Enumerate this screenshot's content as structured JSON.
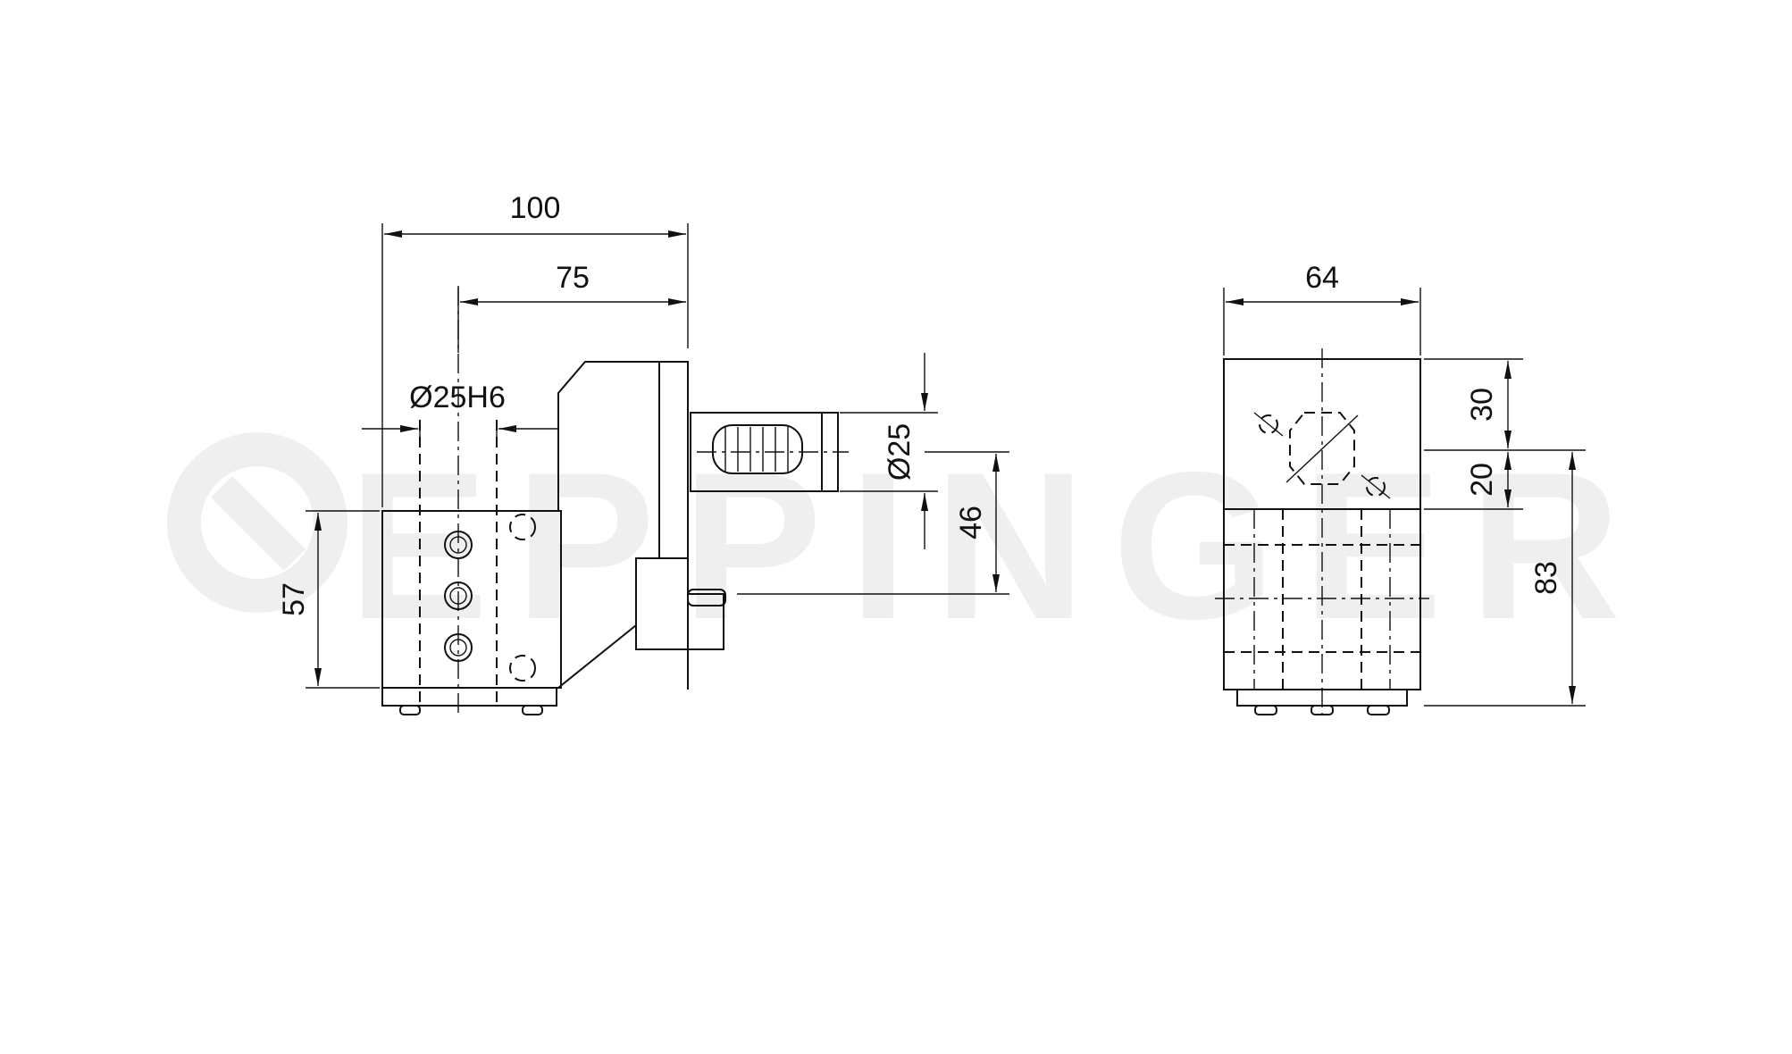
{
  "watermark": {
    "text": "EPPINGER",
    "color": "#efefef"
  },
  "dimensions": {
    "side_view": {
      "overall_length": "100",
      "bore_offset": "75",
      "bore_fit": "Ø25H6",
      "height": "57",
      "shank_diameter": "Ø25",
      "center_height": "46"
    },
    "front_view": {
      "width": "64",
      "upper": "30",
      "middle": "20",
      "total_height": "83"
    }
  },
  "colors": {
    "line": "#111111",
    "background": "#ffffff"
  }
}
